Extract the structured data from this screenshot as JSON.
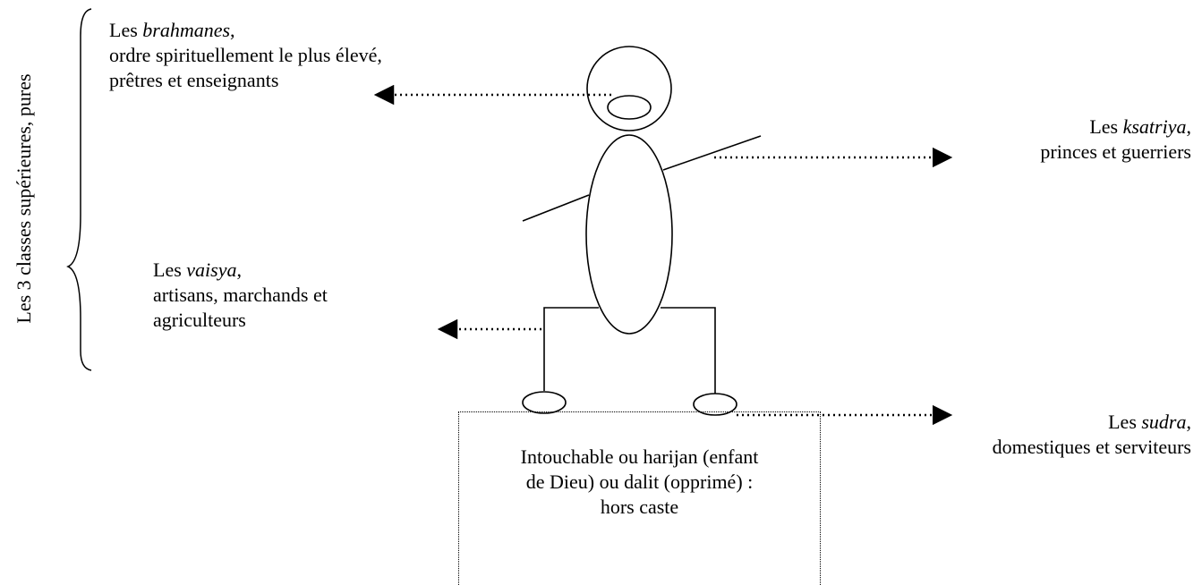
{
  "side_label": "Les 3 classes supérieures, pures",
  "brahmanes": {
    "prefix": "Les ",
    "name": "brahmanes",
    "suffix": ",",
    "line2": "ordre spirituellement le plus élevé,",
    "line3": "prêtres et enseignants"
  },
  "ksatriya": {
    "prefix": "Les ",
    "name": "ksatriya",
    "suffix": ",",
    "line2": "princes et guerriers"
  },
  "vaisya": {
    "prefix": "Les ",
    "name": "vaisya",
    "suffix": ",",
    "line2": "artisans, marchands et",
    "line3": "agriculteurs"
  },
  "sudra": {
    "prefix": "Les ",
    "name": "sudra",
    "suffix": ",",
    "line2": "domestiques et serviteurs"
  },
  "outcast": {
    "line1": "Intouchable ou harijan (enfant",
    "line2": "de Dieu) ou dalit (opprimé) :",
    "line3": "hors caste"
  }
}
